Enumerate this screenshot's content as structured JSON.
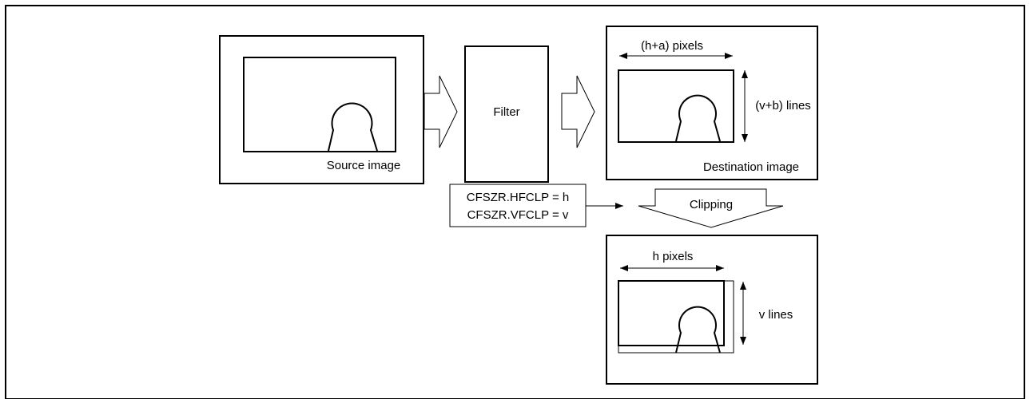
{
  "source": {
    "caption": "Source image"
  },
  "filter": {
    "label": "Filter"
  },
  "destination": {
    "caption": "Destination image",
    "width_label": "(h+a) pixels",
    "height_label": "(v+b) lines"
  },
  "registers": {
    "hfclp": "CFSZR.HFCLP = h",
    "vfclp": "CFSZR.VFCLP = v"
  },
  "clipping": {
    "label": "Clipping"
  },
  "result": {
    "width_label": "h pixels",
    "height_label": "v lines"
  }
}
